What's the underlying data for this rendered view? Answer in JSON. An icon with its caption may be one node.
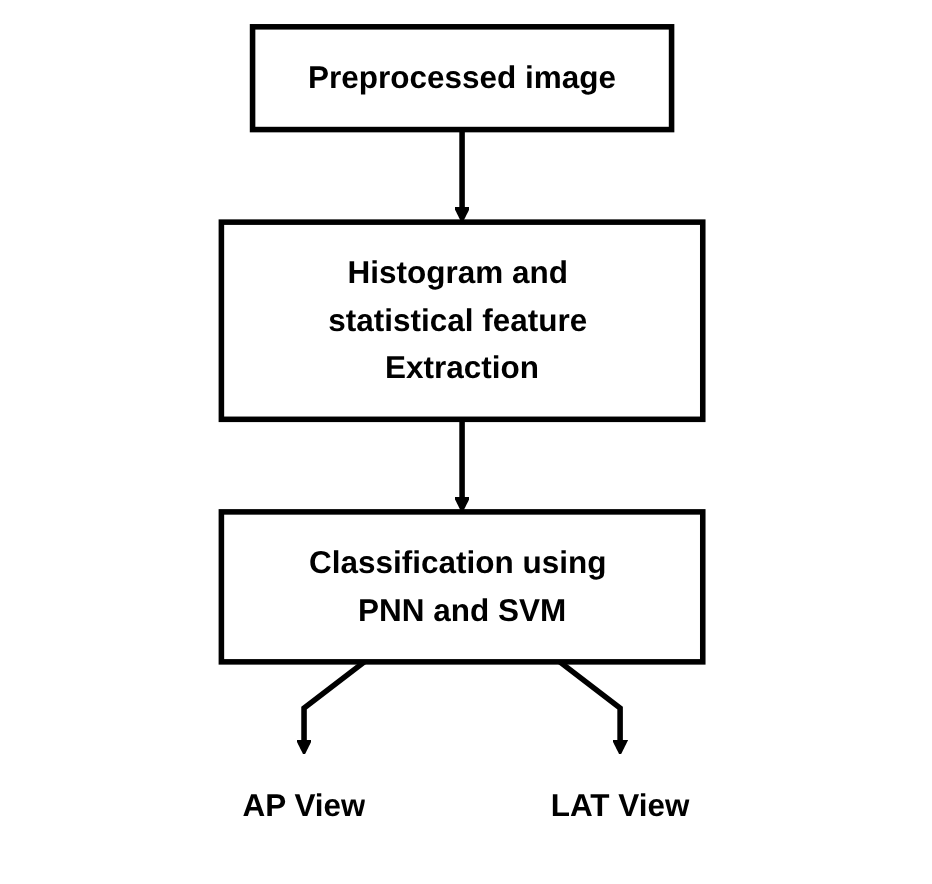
{
  "diagram": {
    "nodes": [
      {
        "text": [
          "Preprocessed image"
        ]
      },
      {
        "text": [
          "Histogram and statistical feature Extraction"
        ]
      },
      {
        "text": [
          "Classification using PNN and SVM"
        ]
      },
      {
        "text": [
          "AP View"
        ]
      },
      {
        "text": [
          "LAT View"
        ]
      }
    ],
    "edges": [
      {
        "from": 0,
        "to": 1,
        "arrow": "to"
      },
      {
        "from": 1,
        "to": 2,
        "arrow": "to"
      },
      {
        "from": 2,
        "to": 3,
        "arrow": "to"
      },
      {
        "from": 2,
        "to": 4,
        "arrow": "to"
      }
    ]
  }
}
